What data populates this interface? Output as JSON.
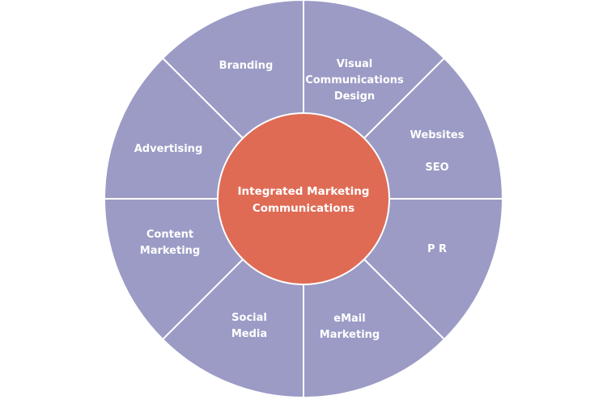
{
  "diagram": {
    "center": {
      "lines": [
        "Integrated Marketing",
        "Communications"
      ]
    },
    "segments": [
      {
        "id": "branding",
        "lines": [
          "Branding"
        ]
      },
      {
        "id": "visual-communications-design",
        "lines": [
          "Visual",
          "Communications",
          "Design"
        ]
      },
      {
        "id": "websites-seo",
        "lines": [
          "Websites",
          "",
          "SEO"
        ]
      },
      {
        "id": "pr",
        "lines": [
          "P R"
        ]
      },
      {
        "id": "email-marketing",
        "lines": [
          "eMail",
          "Marketing"
        ]
      },
      {
        "id": "social-media",
        "lines": [
          "Social",
          "Media"
        ]
      },
      {
        "id": "content-marketing",
        "lines": [
          "Content",
          "Marketing"
        ]
      },
      {
        "id": "advertising",
        "lines": [
          "Advertising"
        ]
      }
    ],
    "colors": {
      "ring": "#9b9bc6",
      "ring_stroke": "#ffffff",
      "center": "#df6b55",
      "text": "#ffffff"
    }
  }
}
